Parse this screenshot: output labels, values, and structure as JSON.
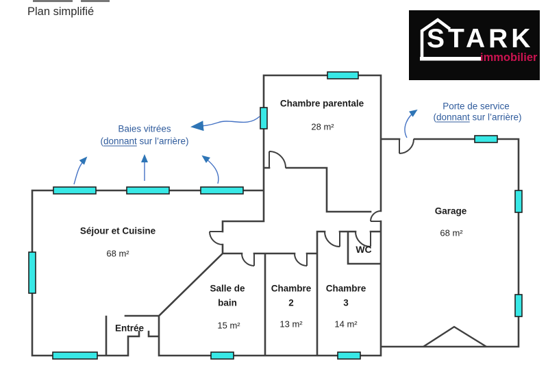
{
  "title": "Plan simplifié",
  "logo": {
    "brand": "STARK",
    "tagline": "immobilier"
  },
  "annotations": {
    "baies": {
      "title": "Baies vitrées",
      "pre": "(",
      "underlined": "donnant",
      "post": " sur l’arrière)"
    },
    "porte": {
      "title": "Porte de service",
      "pre": "(",
      "underlined": "donnant",
      "post": " sur l’arrière)"
    }
  },
  "rooms": {
    "sejour": {
      "name": "Séjour et Cuisine",
      "area": "68 m²"
    },
    "parentale": {
      "name": "Chambre parentale",
      "area": "28 m²"
    },
    "garage": {
      "name": "Garage",
      "area": "68 m²"
    },
    "sdb": {
      "line1": "Salle de",
      "line2": "bain",
      "area": "15 m²"
    },
    "ch2": {
      "line1": "Chambre",
      "line2": "2",
      "area": "13 m²"
    },
    "ch3": {
      "line1": "Chambre",
      "line2": "3",
      "area": "14 m²"
    },
    "wc": {
      "name": "WC"
    },
    "entree": {
      "name": "Entrée"
    }
  },
  "colors": {
    "wall": "#3f3f3f",
    "window": "#38e8e6",
    "annotation_text": "#2f5b9c",
    "arrow_line": "#4472c4",
    "arrowhead": "#2e75b6",
    "logo_bg": "#0a0a0a",
    "logo_brand": "#ffffff",
    "logo_tagline": "#cb1350"
  }
}
